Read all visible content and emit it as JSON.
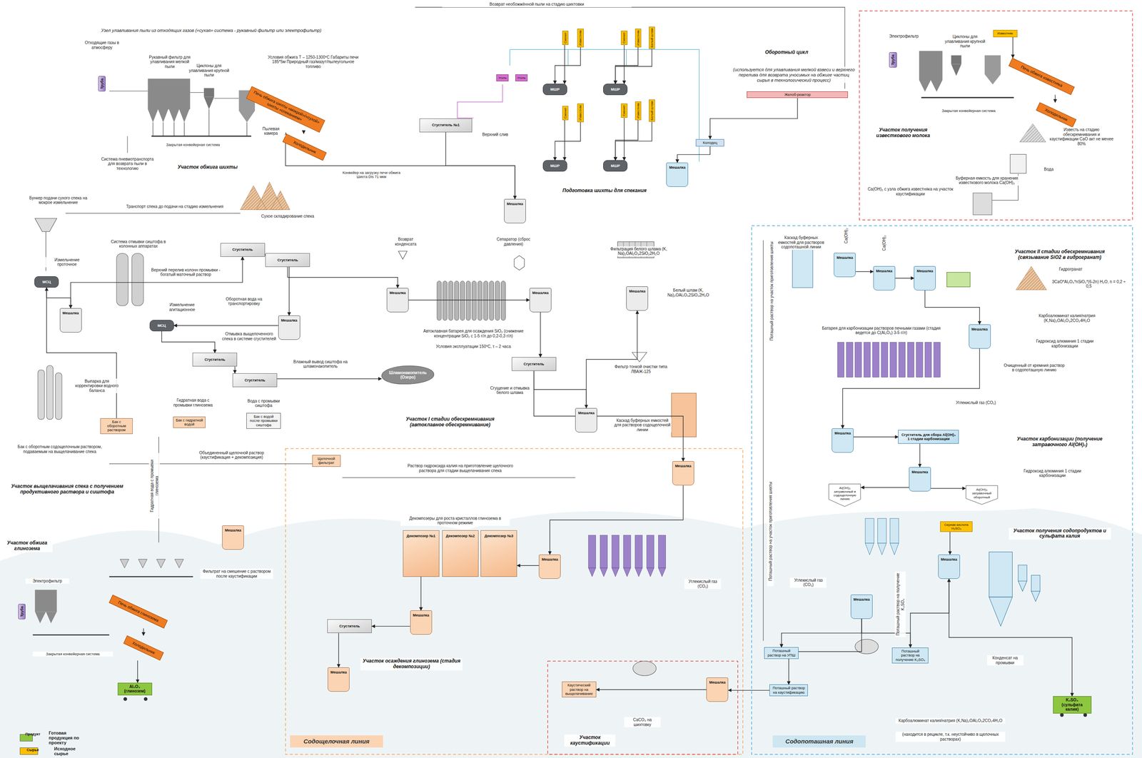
{
  "diagram": {
    "nodes": [
      {
        "text": [
          "Труба"
        ]
      },
      {
        "text": [
          "Печь обжига шихты «мокрой»/«сухой» шихты «спеканием»"
        ]
      },
      {
        "text": [
          "Холодильник"
        ]
      },
      {
        "text": [
          "Сиенит"
        ]
      },
      {
        "text": [
          "Известняк"
        ]
      },
      {
        "text": [
          "Сиенит"
        ]
      },
      {
        "text": [
          "Известняк"
        ]
      },
      {
        "text": [
          "Белый шлам"
        ]
      },
      {
        "text": [
          "Уголь"
        ]
      },
      {
        "text": [
          "Уголь"
        ]
      },
      {
        "text": [
          "МШР"
        ]
      },
      {
        "text": [
          "МШР"
        ]
      },
      {
        "text": [
          "Сиенит"
        ]
      },
      {
        "text": [
          "Известняк"
        ]
      },
      {
        "text": [
          "Сиенит"
        ]
      },
      {
        "text": [
          "Известняк"
        ]
      },
      {
        "text": [
          "Белый шлам"
        ]
      },
      {
        "text": [
          "МШР"
        ]
      },
      {
        "text": [
          "МШР"
        ]
      },
      {
        "text": [
          "Сгуститель №1"
        ]
      },
      {
        "text": [
          "Мешалка"
        ]
      },
      {
        "text": [
          "Желоб-реактор"
        ]
      },
      {
        "text": [
          "Колодец"
        ]
      },
      {
        "text": [
          "Мешалка"
        ]
      },
      {
        "text": [
          "Известняк"
        ]
      },
      {
        "text": [
          "Труба"
        ]
      },
      {
        "text": [
          "Печь обжига известняка"
        ]
      },
      {
        "text": [
          "Холодильник"
        ]
      },
      {
        "text": [
          "МСЦ"
        ]
      },
      {
        "text": [
          "Мешалка"
        ]
      },
      {
        "text": [
          "Сгуститель"
        ]
      },
      {
        "text": [
          "Сгуститель"
        ]
      },
      {
        "text": [
          "МСЦ"
        ]
      },
      {
        "text": [
          "Мешалка"
        ]
      },
      {
        "text": [
          "Сгуститель"
        ]
      },
      {
        "text": [
          "Сгуститель"
        ]
      },
      {
        "text": [
          "Шламонакопитель (Озеро)"
        ]
      },
      {
        "text": [
          "Бак с оборотным раствором"
        ]
      },
      {
        "text": [
          "Бак с гидратной водой"
        ]
      },
      {
        "text": [
          "Бак с водой после промывки сиштофа"
        ]
      },
      {
        "text": [
          "Мешалка"
        ]
      },
      {
        "text": [
          "Мешалка"
        ]
      },
      {
        "text": [
          "Мешалка"
        ]
      },
      {
        "text": [
          "Сгуститель"
        ]
      },
      {
        "text": [
          "Мешалка"
        ]
      },
      {
        "text": [
          "Мешалка"
        ]
      },
      {
        "text": [
          "Щелочной фильтрат"
        ]
      },
      {
        "text": [
          "Мешалка"
        ]
      },
      {
        "text": [
          "Декомпозер №1"
        ]
      },
      {
        "text": [
          "Декомпозер №2"
        ]
      },
      {
        "text": [
          "Декомпозер №3"
        ]
      },
      {
        "text": [
          "Мешалка"
        ]
      },
      {
        "text": [
          "Мешалка"
        ]
      },
      {
        "text": [
          "Сгуститель"
        ]
      },
      {
        "text": [
          "Мешалка"
        ]
      },
      {
        "text": [
          "Труба"
        ]
      },
      {
        "text": [
          "Печь обжига глинозема"
        ]
      },
      {
        "text": [
          "Холодильник"
        ]
      },
      {
        "text": [
          "Al₂O₃ (глинозем)"
        ]
      },
      {
        "text": [
          "Каустический раствор на выщелачивание"
        ]
      },
      {
        "text": [
          "Мешалка"
        ]
      },
      {
        "text": [
          "Содощелочная линия"
        ]
      },
      {
        "text": [
          "Мешалка"
        ]
      },
      {
        "text": [
          "Мешалка"
        ]
      },
      {
        "text": [
          "Мешалка"
        ]
      },
      {
        "text": [
          "Мешалка"
        ]
      },
      {
        "text": [
          "Мешалка"
        ]
      },
      {
        "text": [
          "Сгуститель для сбора Al(OH)₃ 1 стадии карбонизации"
        ]
      },
      {
        "text": [
          "Мешалка"
        ]
      },
      {
        "text": [
          "Al(OH)₃ затравочный в содощелочную линию"
        ]
      },
      {
        "text": [
          "Al(OH)₃ затравочный оборотный"
        ]
      },
      {
        "text": [
          "Серная кислота H₂SO₄"
        ]
      },
      {
        "text": [
          "Мешалка"
        ]
      },
      {
        "text": [
          "Мешалка"
        ]
      },
      {
        "text": [
          "Поташный раствор на УПШ"
        ]
      },
      {
        "text": [
          "Поташный раствор на каустификацию"
        ]
      },
      {
        "text": [
          "Поташный раствор на получение K₂SO₄"
        ]
      },
      {
        "text": [
          "K₂SO₄ (сульфата калия)"
        ]
      },
      {
        "text": [
          "Содопоташная линия"
        ]
      }
    ],
    "edges": [
      {
        "from": 1,
        "to": 2,
        "arrow": "to"
      },
      {
        "from": 3,
        "to": 10,
        "arrow": "to"
      },
      {
        "from": 4,
        "to": 10,
        "arrow": "to"
      },
      {
        "from": 5,
        "to": 11,
        "arrow": "to"
      },
      {
        "from": 6,
        "to": 11,
        "arrow": "to"
      },
      {
        "from": 7,
        "to": 11,
        "arrow": "to"
      },
      {
        "from": 12,
        "to": 17,
        "arrow": "to"
      },
      {
        "from": 13,
        "to": 17,
        "arrow": "to"
      },
      {
        "from": 14,
        "to": 18,
        "arrow": "to"
      },
      {
        "from": 15,
        "to": 18,
        "arrow": "to"
      },
      {
        "from": 16,
        "to": 18,
        "arrow": "to"
      },
      {
        "from": 19,
        "to": 20,
        "arrow": "to"
      },
      {
        "from": 20,
        "to": 1,
        "arrow": "to"
      },
      {
        "from": 21,
        "to": 22,
        "arrow": "to"
      },
      {
        "from": 22,
        "to": 23,
        "arrow": "to"
      },
      {
        "from": 24,
        "to": 26,
        "arrow": "to"
      },
      {
        "from": 26,
        "to": 27,
        "arrow": "to"
      },
      {
        "from": 28,
        "to": 29,
        "arrow": "to"
      },
      {
        "from": 29,
        "to": 30,
        "arrow": "to"
      },
      {
        "from": 30,
        "to": 31,
        "arrow": "to"
      },
      {
        "from": 31,
        "to": 40,
        "arrow": "to"
      },
      {
        "from": 31,
        "to": 33,
        "arrow": "to"
      },
      {
        "from": 33,
        "to": 32,
        "arrow": "to"
      },
      {
        "from": 32,
        "to": 34,
        "arrow": "to"
      },
      {
        "from": 34,
        "to": 35,
        "arrow": "to"
      },
      {
        "from": 35,
        "to": 36,
        "arrow": "to"
      },
      {
        "from": 37,
        "to": 28,
        "arrow": "to"
      },
      {
        "from": 40,
        "to": 41,
        "arrow": "to"
      },
      {
        "from": 41,
        "to": 43,
        "arrow": "to"
      },
      {
        "from": 43,
        "to": 44,
        "arrow": "to"
      },
      {
        "from": 44,
        "to": 42,
        "arrow": "to"
      },
      {
        "from": 43,
        "to": 45,
        "arrow": "to"
      },
      {
        "from": 45,
        "to": 51,
        "arrow": "to"
      },
      {
        "from": 51,
        "to": 50,
        "arrow": "to"
      },
      {
        "from": 48,
        "to": 52,
        "arrow": "to"
      },
      {
        "from": 52,
        "to": 53,
        "arrow": "to"
      },
      {
        "from": 53,
        "to": 54,
        "arrow": "to"
      },
      {
        "from": 56,
        "to": 57,
        "arrow": "to"
      },
      {
        "from": 57,
        "to": 58,
        "arrow": "to"
      },
      {
        "from": 60,
        "to": 59,
        "arrow": "to"
      },
      {
        "from": 62,
        "to": 63,
        "arrow": "to"
      },
      {
        "from": 63,
        "to": 64,
        "arrow": "to"
      },
      {
        "from": 64,
        "to": 65,
        "arrow": "to"
      },
      {
        "from": 65,
        "to": 66,
        "arrow": "to"
      },
      {
        "from": 66,
        "to": 67,
        "arrow": "to"
      },
      {
        "from": 67,
        "to": 68,
        "arrow": "to"
      },
      {
        "from": 68,
        "to": 69,
        "arrow": "to"
      },
      {
        "from": 68,
        "to": 70,
        "arrow": "to"
      },
      {
        "from": 71,
        "to": 72,
        "arrow": "to"
      },
      {
        "from": 73,
        "to": 74,
        "arrow": "to"
      },
      {
        "from": 73,
        "to": 75,
        "arrow": "to"
      },
      {
        "from": 73,
        "to": 76,
        "arrow": "to"
      },
      {
        "from": 76,
        "to": 72,
        "arrow": "to"
      },
      {
        "from": 72,
        "to": 77,
        "arrow": "to"
      },
      {
        "from": 75,
        "to": 60,
        "arrow": "to"
      }
    ],
    "labels": [
      "Возврат необожжённой пыли на стадию шихтовки",
      "Узел улавливания пыли из отходящих газов («сухая» система - рукавный фильтр или электрофильтр)",
      "Отходящие газы в атмосферу",
      "Рукавный фильтр для улавливания мелкой пыли",
      "Циклоны для улавливания крупной пыли",
      "Условия обжига Т – 1250-1300ºС Габариты печи 185*5м Природный газ/мазут/пылеугольное топливо",
      "Пылевая камера",
      "Закрытая конвейерная система",
      "Система пневмотранспорта для возврата пыли в технологию",
      "Участок обжига шихты",
      "Сухое складирование спека",
      "Верхний слив",
      "Конвейер на загрузку печи обжига Шихта Dis 71 мкм",
      "Подготовка шихты для спекания",
      "Оборотный цикл",
      "(используется для улавливания мелкой взвеси и верхнего перелива для возврата уносимых на обжиге частиц сырья в технологический процесс)",
      "Электрофильтр",
      "Циклоны для улавливания крупной пыли",
      "Закрытая конвейерная система",
      "Участок получения известкового молока",
      "Известь на стадию обескремнивания и каустификации CaO акт не менее 80%",
      "Вода",
      "Буферная емкость для хранения известкового молока Ca(OH)₂",
      "Ca(OH)₂ с узла обжига известняка на участок каустификации",
      "Бункер подачи сухого спека на мокрое измельчение",
      "Транспорт спека до подачи на стадию измельчения",
      "Измельчение проточное",
      "Система отмывки сиштофа в колонных аппаратах",
      "Верхний перелив колонн промывки - богатый маточный раствор",
      "Измельчение агитационное",
      "Оборотная вода на транспортировку",
      "Отмывка выщелоченного спека в системе сгустителей",
      "Влажный вывод сиштофа на шламонакопитель",
      "Выпарка для корректировки водного баланса",
      "Гидратная вода с промывки глинозема",
      "Вода с промывки сиштофа",
      "Бак с оборотным содощелочным раствором, подаваемым на выщелачивание спека",
      "Объединенный щелочной раствор (каустификация + декомпозиция)",
      "Участок выщелачивания спека с получением продуктивного раствора и сиштофа",
      "Возврат конденсата",
      "Сепаратор (сброс давления)",
      "Автоклавная батарея для осаждения SiO₂ (снижение концентрации SiO₂ с 1-5 г/л до 0,2-0,3 г/л)",
      "Условия эксплуатации 150ºС, τ – 2 часа",
      "Фильтрация белого шлама (K, Na)₂OAl₂O₃2SiO₂2H₂O",
      "Белый шлам (K, Na)₂OAl₂O₃2SiO₂2H₂O",
      "Сгущение и отмывка белого шлама",
      "Фильтр тонкой очистки типа ЛВАЖ-125",
      "Участок I стадии обескремнивания (автоклавное обескремнивание)",
      "Каскад буферных емкостей для растворов содощелочной линии",
      "Раствор гидроксида калия на приготовление щелочного раствора для стадии выщелачивания спека",
      "Гидратная вода с промывки глинозема",
      "Участок обжига глинозема",
      "Декомпозеры для роста кристаллов глинозема в проточном режиме",
      "Фильтрат на смешение с раствором после каустификации",
      "Углекислый газ (CO₂)",
      "Электрофильтр",
      "Закрытая конвейерная система",
      "Участок осаждения глинозема (стадия декомпозиции)",
      "CaCO₃ на шихтовку",
      "Участок каустификации",
      "Каскад буферных емкостей для растворов содопоташной линии",
      "Ca(OH)₂",
      "Ca(OH)₂",
      "Поташный раствор на участок приготовления шихты",
      "Участок II стадии обескремнивания (связывание SiO2 в гидрогранат)",
      "Гидрогранат",
      "3CaO*Al₂O₃*nSiO₂*(6-2n) H₂O, n = 0,2 ÷ 0,5",
      "Карбоалюминат калия/натрия (K,Na)₂OAl₂O₃2CO₂4H₂O",
      "Гидроксид алюминия 1 стадии карбонизации",
      "Батарея для карбонизации растворов печными газами (стадия ведется до C(Al₂O₃) 3-5 г/л)",
      "Очищенный от кремния раствор в содопоташную линию",
      "Углекислый газ (CO₂)",
      "Участок карбонизации (получение затравочного Al(OH)₃)",
      "Гидроксид алюминия 1 стадии карбонизации",
      "Участок получения содопродуктов и сульфата калия",
      "Поташный раствор на участок приготовления шихты",
      "Углекислый газ (CO₂)",
      "Поташный раствор на получение K₂SO₄",
      "Конденсат на промывки",
      "Карбоалюминат калия/натрия (K,Na)₂OAl₂O₃2CO₂4H₂O",
      "(находится в рецикле, т.к. неустойчиво в щелочных растворах)",
      "Продукт",
      "Сырье"
    ],
    "legend": [
      {
        "text": "Готовая продукция по проекту",
        "color": "#8dc63f"
      },
      {
        "text": "Исходное сырье",
        "color": "#ffc000"
      }
    ]
  }
}
